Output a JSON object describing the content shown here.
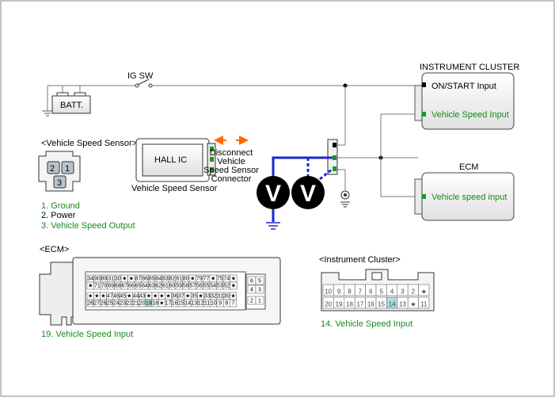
{
  "labels": {
    "ig_sw": "IG SW",
    "batt": "BATT.",
    "instrument_cluster_title": "INSTRUMENT CLUSTER",
    "on_start_input": "ON/START Input",
    "vehicle_speed_input_ic": "Vehicle Speed Input",
    "ecm_title": "ECM",
    "vehicle_speed_input_ecm": "Vehicle speed input",
    "vss_header": "<Vehicle Speed Sensor>",
    "hall_ic": "HALL IC",
    "vss_caption": "Vehicle Speed Sensor",
    "disconnect_lines": [
      "Disconnect",
      "Vehicle",
      "Speed Sensor",
      "Connector"
    ],
    "pin_legend": [
      "1. Ground",
      "2. Power",
      "3. Vehicle Speed Output"
    ],
    "ecm_header": "<ECM>",
    "ecm_note": "19. Vehicle Speed Input",
    "ic_header": "<Instrument Cluster>",
    "ic_note": "14. Vehicle Speed Input",
    "voltmeter_symbol": "V"
  },
  "vss_pins": [
    "2",
    "1",
    "3"
  ],
  "ecm_connector": {
    "top_row": [
      "34",
      "90",
      "89",
      "31",
      "30",
      "★",
      "★",
      "87",
      "86",
      "85",
      "84",
      "83",
      "82",
      "81",
      "80",
      "★",
      "79",
      "77",
      "★",
      "75",
      "74",
      "★"
    ],
    "row2": [
      "★",
      "71",
      "70",
      "69",
      "68",
      "67",
      "66",
      "65",
      "64",
      "63",
      "62",
      "61",
      "60",
      "59",
      "58",
      "57",
      "56",
      "55",
      "54",
      "53",
      "52",
      "★"
    ],
    "row3": [
      "★",
      "★",
      "★",
      "47",
      "46",
      "45",
      "★",
      "44",
      "43",
      "★",
      "★",
      "★",
      "★",
      "36",
      "37",
      "★",
      "35",
      "★",
      "33",
      "32",
      "31",
      "30",
      "★"
    ],
    "bottom_row": [
      "28",
      "27",
      "26",
      "25",
      "24",
      "23",
      "22",
      "21",
      "20",
      "19",
      "18",
      "★",
      "17",
      "16",
      "15",
      "14",
      "13",
      "12",
      "11",
      "10",
      "9",
      "8",
      "7"
    ],
    "side_top": [
      "6",
      "5",
      "4",
      "3"
    ],
    "side_bottom": [
      "2",
      "1"
    ]
  },
  "ic_connector": {
    "top_row": [
      "10",
      "9",
      "8",
      "7",
      "6",
      "5",
      "4",
      "3",
      "2",
      "★"
    ],
    "bottom_row": [
      "20",
      "19",
      "18",
      "17",
      "16",
      "15",
      "14",
      "13",
      "★",
      "11"
    ]
  },
  "colors": {
    "wire": "#7a7a7a",
    "probe_wire": "#1a2ad0",
    "pin_green": "#1a9a1a",
    "highlight_pin": "#a8dde3",
    "arrow_orange": "#ff6a00",
    "voltmeter_fill": "#000000"
  }
}
